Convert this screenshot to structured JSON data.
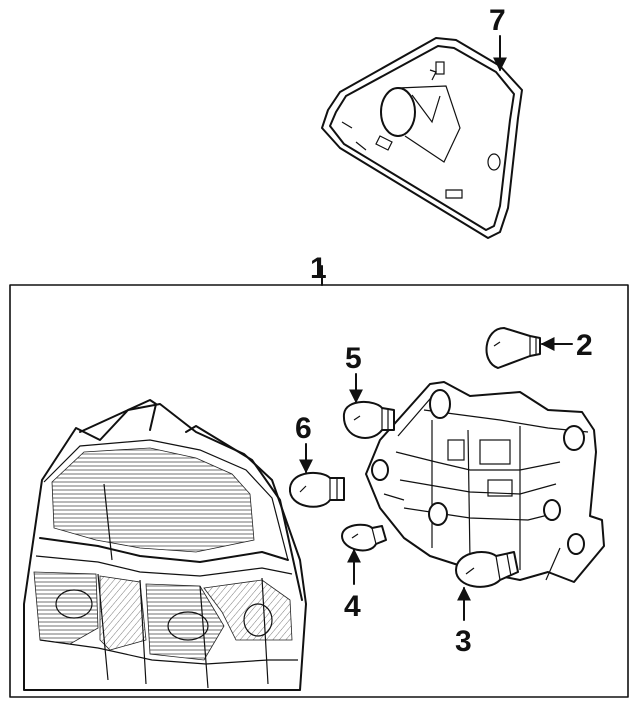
{
  "diagram": {
    "callouts": {
      "c1": "1",
      "c2": "2",
      "c3": "3",
      "c4": "4",
      "c5": "5",
      "c6": "6",
      "c7": "7"
    }
  }
}
